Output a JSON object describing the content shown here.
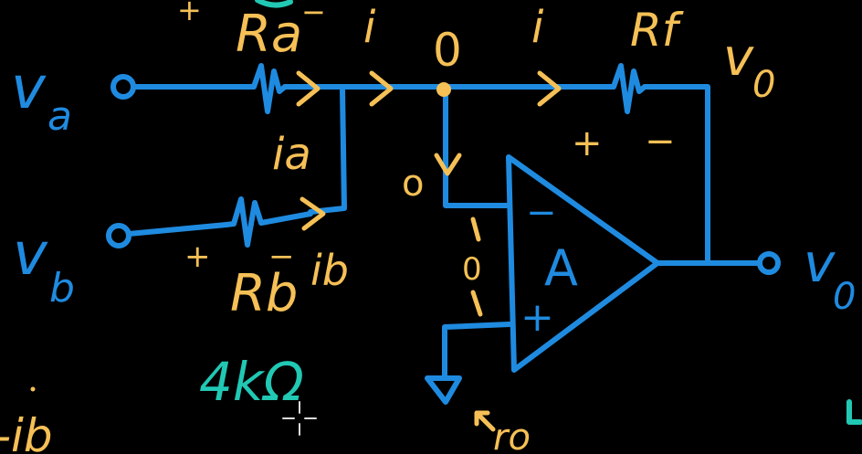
{
  "colors": {
    "background": "#000000",
    "circuit_blue": "#1f8be0",
    "annotation_yellow": "#f5c056",
    "value_teal": "#21c8b4",
    "cursor": "#dcdcdc"
  },
  "labels": {
    "va": "v",
    "va_sub": "a",
    "vb": "v",
    "vb_sub": "b",
    "vo_top": "v",
    "vo_top_sub": "0",
    "vo_out": "v",
    "vo_out_sub": "0",
    "opamp_gain": "A",
    "inverting_sign": "−",
    "noninverting_sign": "+"
  },
  "annotations": {
    "ra": "Ra",
    "rb": "Rb",
    "rf": "Rf",
    "ia": "ia",
    "ib": "ib",
    "i_left": "i",
    "i_right": "i",
    "node_voltage": "0",
    "minus_input_zero": "o",
    "input_voltage_zero": "0",
    "ground_current": "ro",
    "plus_ra": "+",
    "minus_ra": "−",
    "plus_rb": "+",
    "minus_rb": "−",
    "plus_rf": "+",
    "minus_rf": "−",
    "left_bottom": "-ib"
  },
  "values": {
    "rb_resistance": "4kΩ"
  },
  "icons": {
    "ground": "ground-symbol-icon",
    "cursor": "crosshair-cursor-icon"
  }
}
